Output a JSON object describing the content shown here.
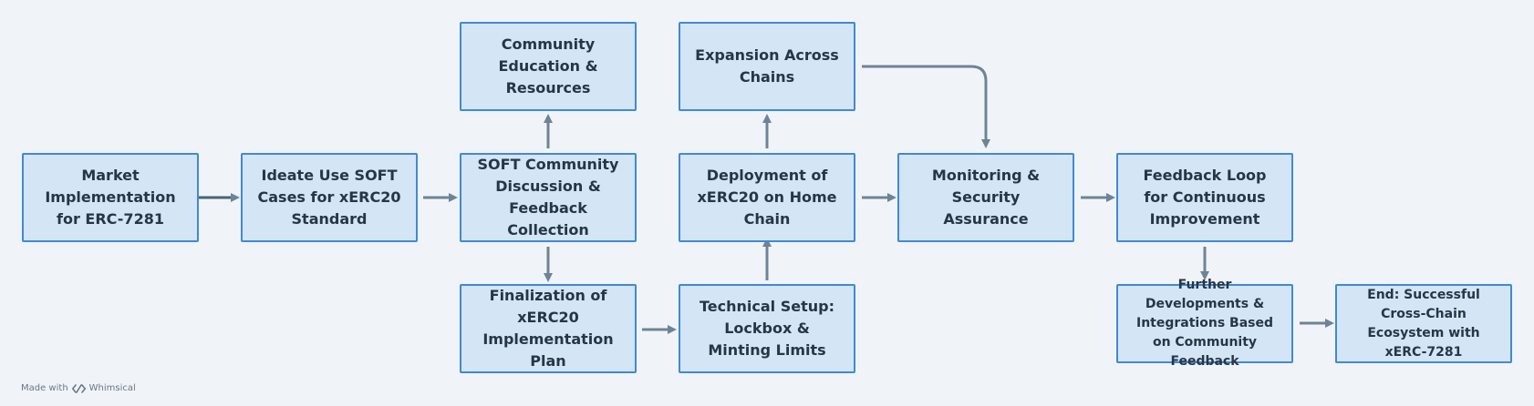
{
  "nodes": {
    "market": "Market Implementation for ERC-7281",
    "ideate": "Ideate Use SOFT Cases for xERC20 Standard",
    "discussion": "SOFT Community Discussion & Feedback Collection",
    "education": "Community Education & Resources",
    "finalization": "Finalization of xERC20 Implementation Plan",
    "technical": "Technical Setup: Lockbox & Minting Limits",
    "deployment": "Deployment of xERC20 on Home Chain",
    "expansion": "Expansion Across Chains",
    "monitoring": "Monitoring & Security Assurance",
    "feedback_loop": "Feedback Loop for Continuous Improvement",
    "further": "Further Developments & Integrations Based on Community Feedback",
    "end": "End: Successful Cross-Chain Ecosystem with xERC-7281"
  },
  "footer": {
    "made_with": "Made with",
    "brand": "Whimsical",
    "logo_icon": "whimsical-logo-icon"
  },
  "colors": {
    "node_fill": "#d4e5f6",
    "node_border": "#3f8ad6",
    "arrow": "#6f8396",
    "background": "#f0f4f8",
    "text": "#273645"
  }
}
